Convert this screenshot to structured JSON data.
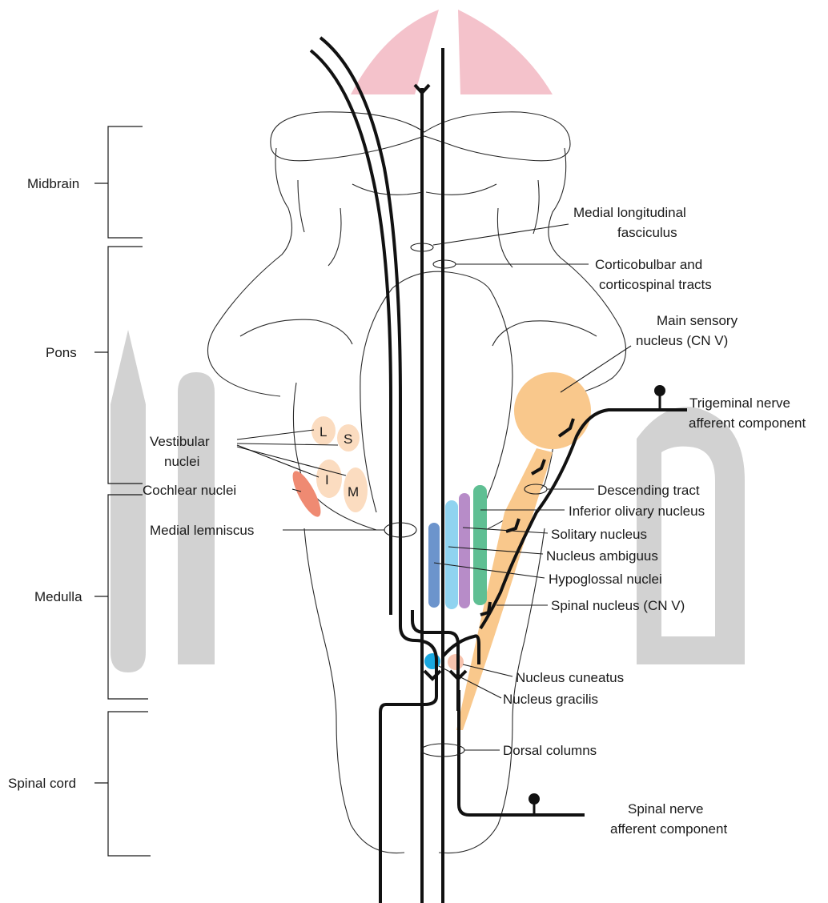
{
  "regions": {
    "midbrain": "Midbrain",
    "pons": "Pons",
    "medulla": "Medulla",
    "spinal_cord": "Spinal cord"
  },
  "labels": {
    "mlf_line1": "Medial longitudinal",
    "mlf_line2": "fasciculus",
    "cortico_line1": "Corticobulbar and",
    "cortico_line2": "corticospinal tracts",
    "main_sensory_line1": "Main sensory",
    "main_sensory_line2": "nucleus (CN V)",
    "trigeminal_line1": "Trigeminal nerve",
    "trigeminal_line2": "afferent component",
    "vestibular_line1": "Vestibular",
    "vestibular_line2": "nuclei",
    "cochlear": "Cochlear nuclei",
    "descending_tract": "Descending tract",
    "inferior_olivary": "Inferior olivary nucleus",
    "medial_lemniscus": "Medial lemniscus",
    "solitary": "Solitary nucleus",
    "ambiguus": "Nucleus ambiguus",
    "hypoglossal": "Hypoglossal nuclei",
    "spinal_nucleus": "Spinal nucleus (CN V)",
    "cuneatus": "Nucleus cuneatus",
    "gracilis": "Nucleus gracilis",
    "dorsal_columns": "Dorsal columns",
    "spinal_nerve_line1": "Spinal nerve",
    "spinal_nerve_line2": "afferent component"
  },
  "vestibular_subnuclei": {
    "lateral": "L",
    "superior": "S",
    "inferior": "I",
    "medial": "M"
  },
  "colors": {
    "cortex_pink": "#f4c2cb",
    "trigeminal_orange": "#f9c88c",
    "vestibular_peach": "#fbdcc0",
    "cochlear_salmon": "#ef8a72",
    "inferior_olivary_green": "#5fbf93",
    "solitary_purple": "#b78cc8",
    "ambiguus_lightblue": "#8fd3f0",
    "hypoglossal_blue": "#6c94cc",
    "cuneatus_pink": "#f7c3ae",
    "gracilis_cyan": "#1aa8e0",
    "watermark_gray": "#cfcfcf"
  }
}
